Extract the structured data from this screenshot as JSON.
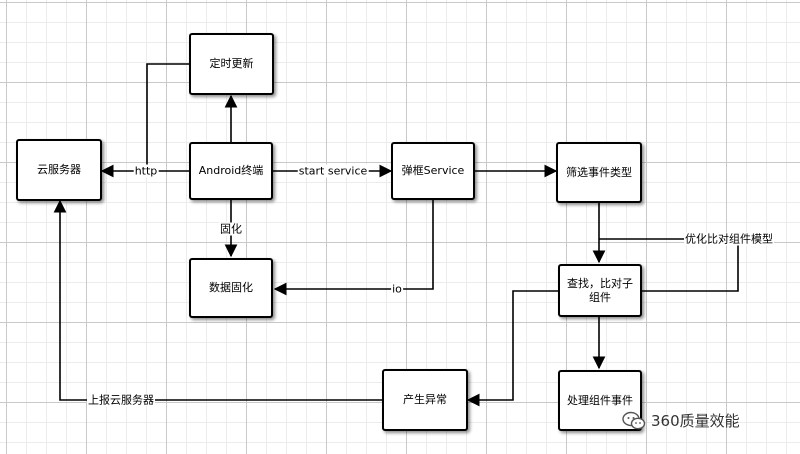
{
  "nodes": {
    "cloud_server": "云服务器",
    "scheduled_update": "定时更新",
    "android_terminal": "Android终端",
    "popup_service": "弹框Service",
    "filter_event_type": "筛选事件类型",
    "data_persist": "数据固化",
    "find_compare": "查找，比对子组件",
    "produce_exception": "产生异常",
    "handle_component_event": "处理组件事件"
  },
  "edges": {
    "http": "http",
    "start_service": "start service",
    "persist": "固化",
    "io": "io",
    "optimize_compare": "优化比对组件模型",
    "report_cloud": "上报云服务器"
  },
  "watermark": {
    "text": "360质量效能",
    "icon": "wechat-icon"
  },
  "colors": {
    "line": "#000000",
    "grid": "#c9c9c9"
  }
}
